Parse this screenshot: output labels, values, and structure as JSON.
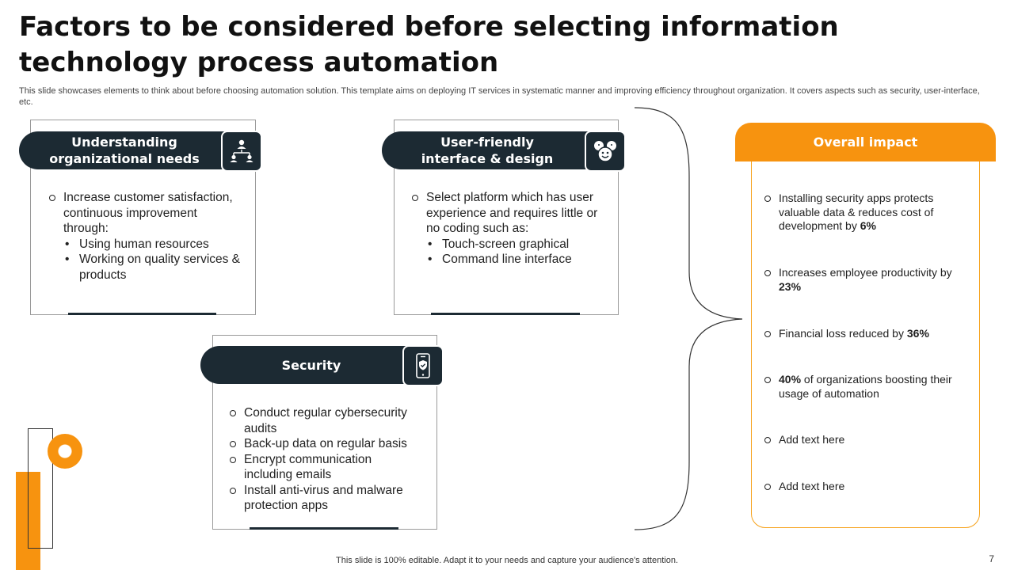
{
  "slide": {
    "title": "Factors to be considered before selecting information technology process automation",
    "subtitle": "This slide showcases elements to think about before choosing automation solution. This template aims on deploying IT services in systematic manner and improving efficiency throughout organization. It covers aspects such as security, user-interface, etc.",
    "footer": "This slide is 100% editable. Adapt it to your needs and capture your audience's attention.",
    "page_number": "7",
    "accent_color": "#f7930f",
    "dark_color": "#1c2a33"
  },
  "cards": {
    "org_needs": {
      "title_line1": "Understanding",
      "title_line2": "organizational needs",
      "icon": "org-chart-icon",
      "point": "Increase customer satisfaction, continuous improvement through:",
      "subpoints": [
        "Using human resources",
        "Working on quality services & products"
      ]
    },
    "ui_design": {
      "title_line1": "User-friendly",
      "title_line2": "interface & design",
      "icon": "user-group-icon",
      "point": "Select platform which has user experience and requires little or no coding such as:",
      "subpoints": [
        "Touch-screen graphical",
        "Command line interface"
      ]
    },
    "security": {
      "title": "Security",
      "icon": "secure-phone-icon",
      "points": [
        "Conduct regular cybersecurity audits",
        "Back-up data on regular basis",
        "Encrypt communication including emails",
        "Install anti-virus and malware protection apps"
      ]
    }
  },
  "impact": {
    "header": "Overall impact",
    "items": [
      {
        "pre": "Installing security apps protects valuable data & reduces cost of development by ",
        "bold": "6%",
        "post": ""
      },
      {
        "pre": "Increases employee productivity by ",
        "bold": "23%",
        "post": ""
      },
      {
        "pre": "Financial loss reduced by ",
        "bold": "36%",
        "post": ""
      },
      {
        "pre": "",
        "bold": "40%",
        "post": " of organizations boosting their usage of automation"
      },
      {
        "pre": "Add text here",
        "bold": "",
        "post": ""
      },
      {
        "pre": "Add text here",
        "bold": "",
        "post": ""
      }
    ]
  }
}
